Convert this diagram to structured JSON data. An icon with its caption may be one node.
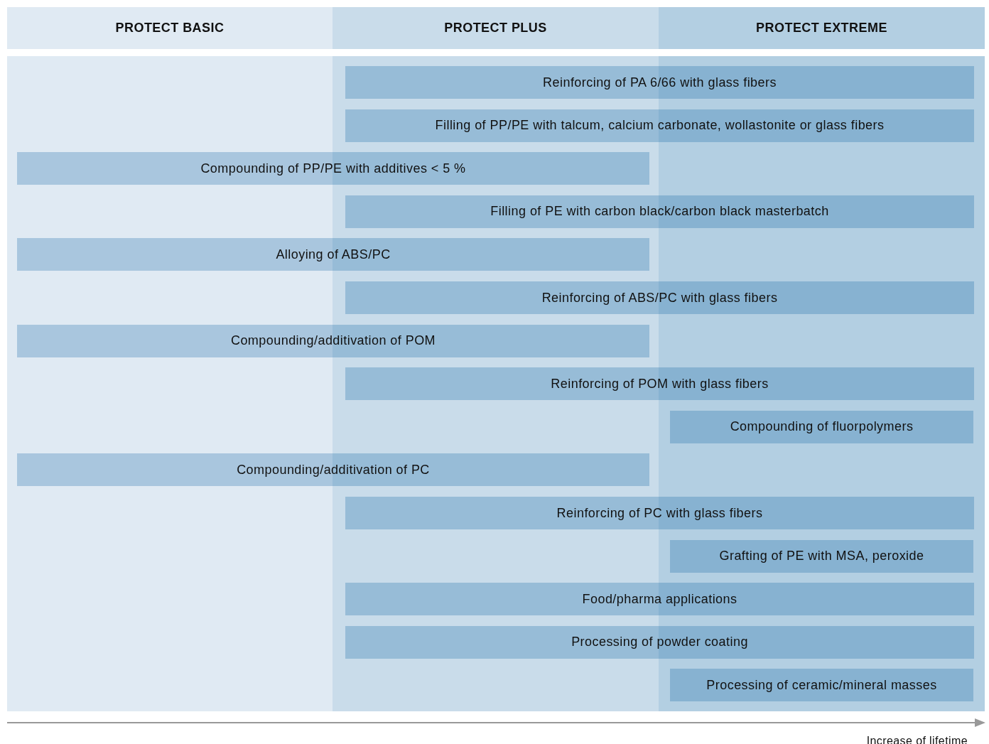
{
  "diagram": {
    "nodes": [
      {
        "text": [
          "PROTECT BASIC"
        ]
      },
      {
        "text": [
          "PROTECT PLUS"
        ]
      },
      {
        "text": [
          "PROTECT EXTREME"
        ]
      },
      {
        "text": [
          "Reinforcing of PA 6/66 with glass fibers"
        ]
      },
      {
        "text": [
          "Filling of PP/PE with talcum, calcium carbonate, wollastonite or glass fibers"
        ]
      },
      {
        "text": [
          "Compounding of PP/PE with additives < 5 %"
        ]
      },
      {
        "text": [
          "Filling of PE with carbon black/carbon black masterbatch"
        ]
      },
      {
        "text": [
          "Alloying of ABS/PC"
        ]
      },
      {
        "text": [
          "Reinforcing of ABS/PC with glass fibers"
        ]
      },
      {
        "text": [
          "Compounding/additivation of POM"
        ]
      },
      {
        "text": [
          "Reinforcing of POM with glass fibers"
        ]
      },
      {
        "text": [
          "Compounding of fluorpolymers"
        ],
        "in": 20
      },
      {
        "text": [
          "Compounding/additivation of PC"
        ]
      },
      {
        "text": [
          "Reinforcing of PC with glass fibers"
        ]
      },
      {
        "text": [
          "Grafting of PE with MSA, peroxide"
        ],
        "in": 20
      },
      {
        "text": [
          "Food/pharma applications"
        ]
      },
      {
        "text": [
          "Processing of powder coating"
        ]
      },
      {
        "text": [
          "Processing of ceramic/mineral masses"
        ],
        "in": 20
      },
      {
        "text": [],
        "shape": "box"
      },
      {
        "text": [],
        "shape": "box"
      },
      {
        "text": [],
        "shape": "box"
      }
    ],
    "labels": [
      "Increase of lifetime"
    ]
  }
}
